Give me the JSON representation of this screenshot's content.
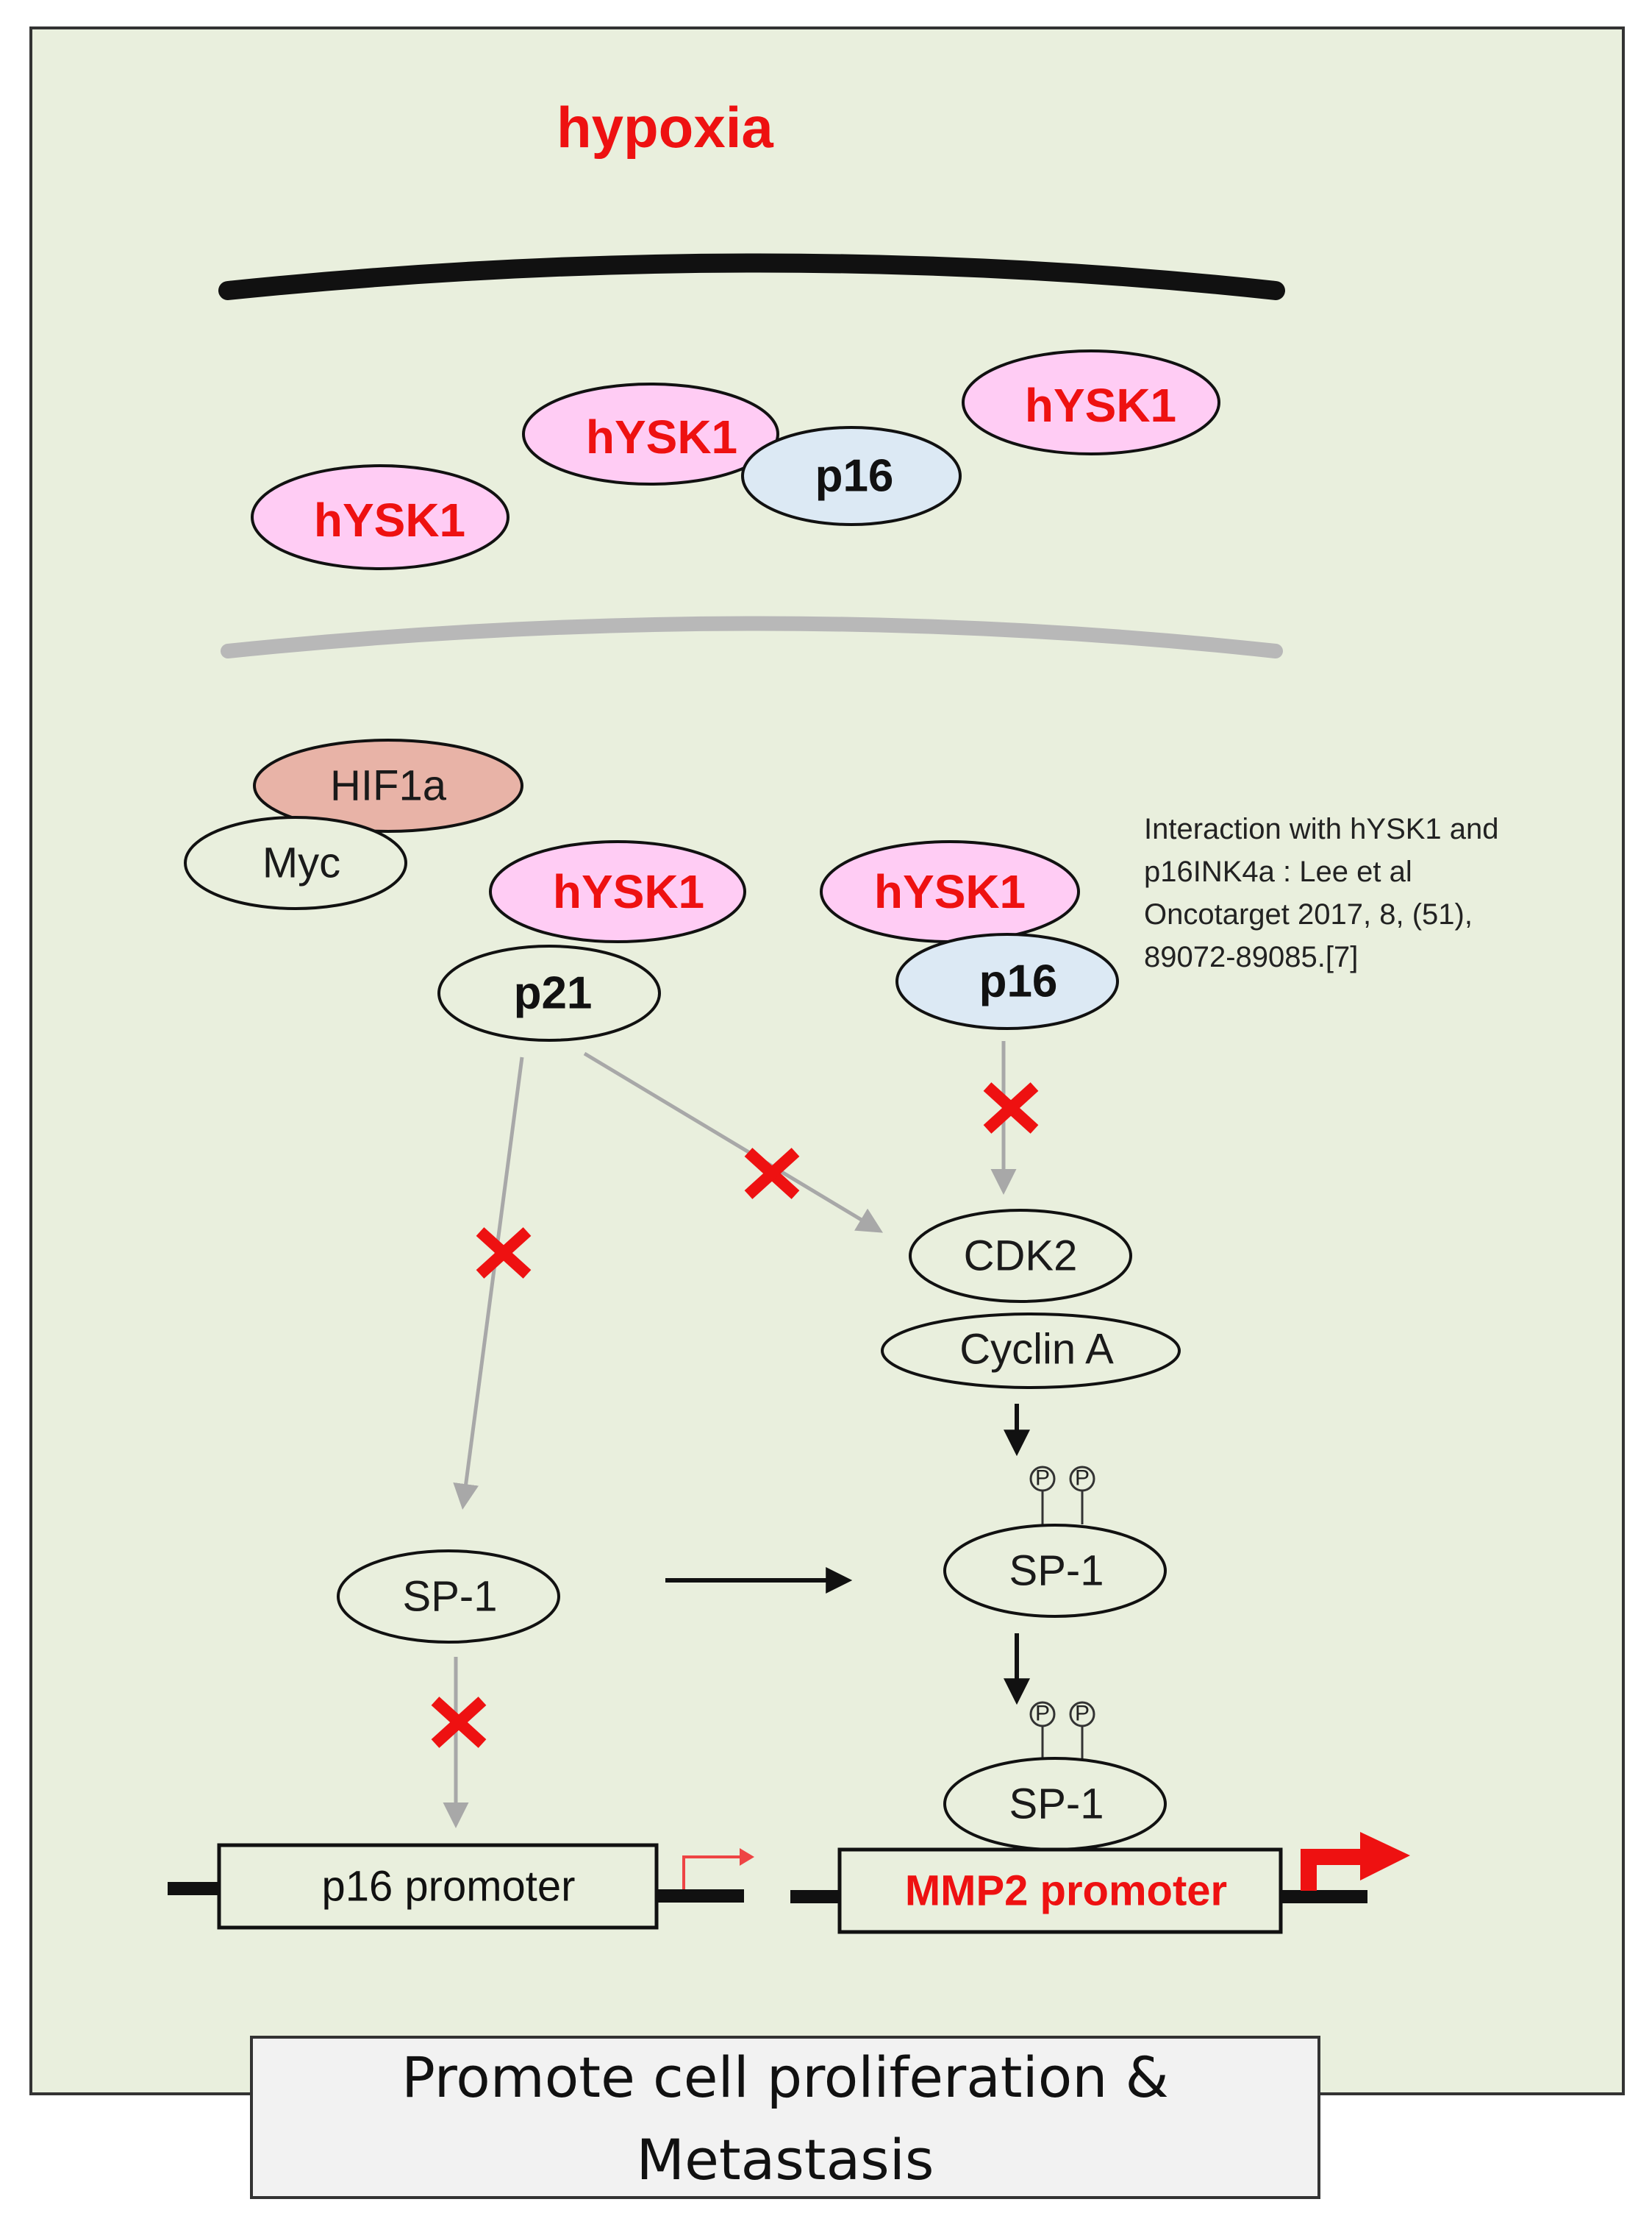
{
  "title": "hypoxia",
  "cytoplasm_proteins": {
    "hysk1_left": "hYSK1",
    "hysk1_middle": "hYSK1",
    "p16_middle": "p16",
    "hysk1_right": "hYSK1"
  },
  "nucleus": {
    "hif1a": "HIF1a",
    "myc": "Myc",
    "hysk1_p21_complex": "hYSK1",
    "p21": "p21",
    "hysk1_p16_complex": "hYSK1",
    "p16": "p16",
    "cdk2": "CDK2",
    "cyclin_a": "Cyclin A",
    "sp1_left": "SP-1",
    "sp1_right": "SP-1",
    "sp1_bound": "SP-1",
    "phospho_label": "P"
  },
  "reference": {
    "lines": [
      "Interaction with hYSK1 and",
      "p16INK4a : Lee  et al",
      "Oncotarget 2017, 8, (51),",
      "89072-89085.[7]"
    ]
  },
  "promoters": {
    "p16_promoter": "p16 promoter",
    "mmp2_promoter": "MMP2 promoter"
  },
  "result": {
    "line1": "Promote cell proliferation &",
    "line2": "Metastasis"
  },
  "colors": {
    "background": "#e9efdd",
    "hysk1_fill": "#ffccf4",
    "p16_fill": "#dce9f4",
    "hif1a_fill": "#e8b3a7",
    "inhibit_red": "#ee1111",
    "gray_arrow": "#a8a8a8"
  }
}
